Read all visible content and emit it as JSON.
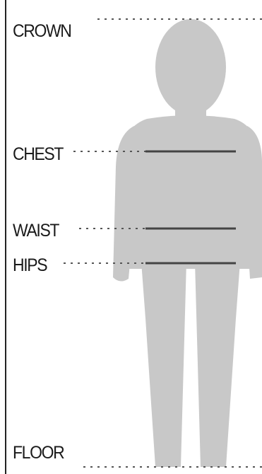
{
  "labels": {
    "crown": "CROWN",
    "chest": "CHEST",
    "waist": "WAIST",
    "hips": "HIPS",
    "floor": "FLOOR"
  },
  "colors": {
    "silhouette": "#c8c8c8",
    "measure_line": "#444444",
    "dotted_line": "#555555",
    "text": "#1a1a1a"
  },
  "icons": {
    "body": "child-silhouette-icon"
  }
}
